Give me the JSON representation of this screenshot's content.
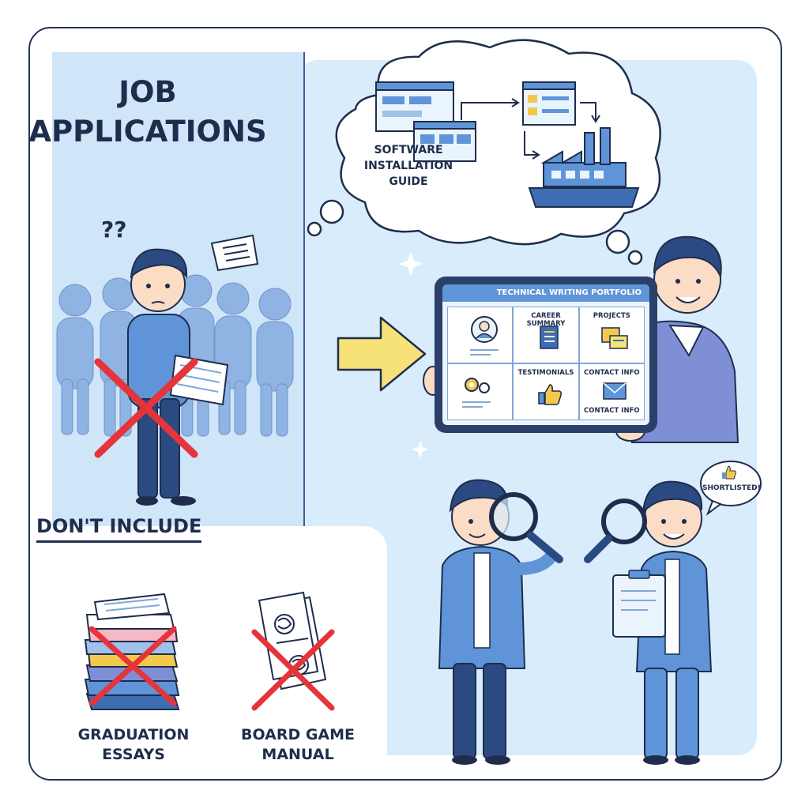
{
  "left_panel": {
    "title_line1": "JOB",
    "title_line2": "APPLICATIONS",
    "confused_marks": "??"
  },
  "thought_cloud": {
    "label_line1": "SOFTWARE INSTALLATION",
    "label_line2": "GUIDE"
  },
  "portfolio_tablet": {
    "header": "TECHNICAL WRITING PORTFOLIO",
    "cells": [
      {
        "label": "",
        "icon": "profile-icon"
      },
      {
        "label": "CAREER SUMMARY",
        "icon": "document-icon"
      },
      {
        "label": "PROJECTS",
        "icon": "folders-icon"
      },
      {
        "label": "",
        "icon": "gears-icon"
      },
      {
        "label": "TESTIMONIALS",
        "icon": "thumbs-up-icon"
      },
      {
        "label": "CONTACT INFO",
        "label2": "CONTACT INFO",
        "icon": "envelope-icon"
      }
    ]
  },
  "reviewers": {
    "speech_bubble": "SHORTLISTED!"
  },
  "dont_include": {
    "heading": "DON'T INCLUDE",
    "items": [
      {
        "line1": "GRADUATION",
        "line2": "ESSAYS"
      },
      {
        "line1": "BOARD GAME",
        "line2": "MANUAL"
      }
    ]
  },
  "colors": {
    "navy": "#1f2d4d",
    "light_blue": "#cfe5f8",
    "mid_blue": "#5f95d8",
    "red_cross": "#e5343a",
    "arrow_yellow": "#f7e27a"
  }
}
